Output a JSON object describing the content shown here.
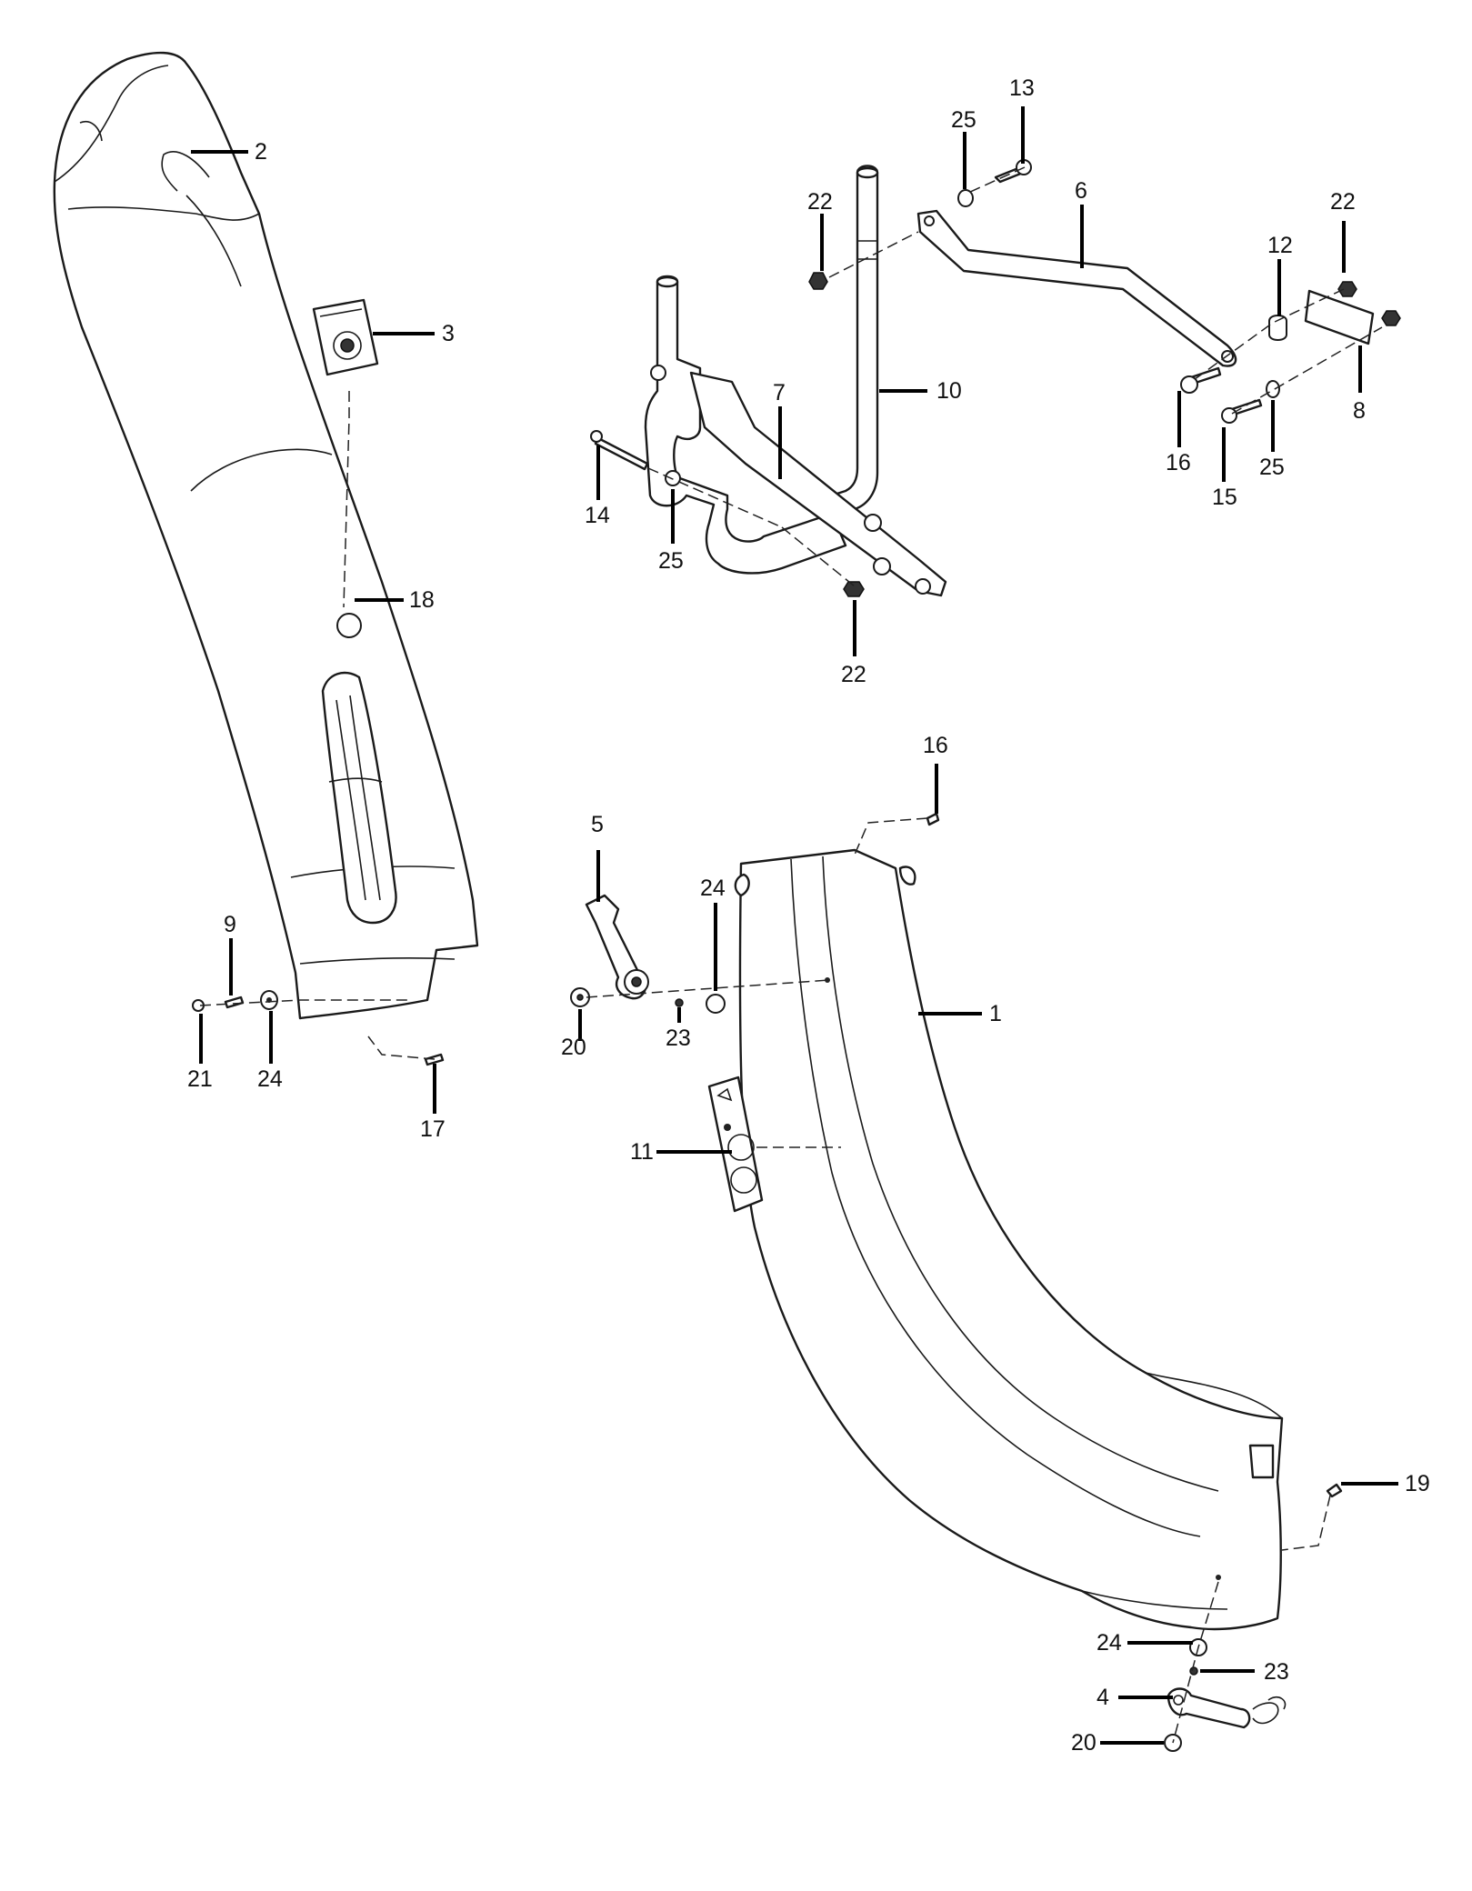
{
  "callouts": [
    {
      "id": "c1",
      "text": "1"
    },
    {
      "id": "c2",
      "text": "2"
    },
    {
      "id": "c3",
      "text": "3"
    },
    {
      "id": "c4",
      "text": "4"
    },
    {
      "id": "c5",
      "text": "5"
    },
    {
      "id": "c6",
      "text": "6"
    },
    {
      "id": "c7",
      "text": "7"
    },
    {
      "id": "c8",
      "text": "8"
    },
    {
      "id": "c9",
      "text": "9"
    },
    {
      "id": "c10",
      "text": "10"
    },
    {
      "id": "c11",
      "text": "11"
    },
    {
      "id": "c12",
      "text": "12"
    },
    {
      "id": "c13",
      "text": "13"
    },
    {
      "id": "c14",
      "text": "14"
    },
    {
      "id": "c15",
      "text": "15"
    },
    {
      "id": "c16a",
      "text": "16"
    },
    {
      "id": "c16b",
      "text": "16"
    },
    {
      "id": "c17",
      "text": "17"
    },
    {
      "id": "c18",
      "text": "18"
    },
    {
      "id": "c19",
      "text": "19"
    },
    {
      "id": "c20a",
      "text": "20"
    },
    {
      "id": "c20b",
      "text": "20"
    },
    {
      "id": "c21",
      "text": "21"
    },
    {
      "id": "c22a",
      "text": "22"
    },
    {
      "id": "c22b",
      "text": "22"
    },
    {
      "id": "c22c",
      "text": "22"
    },
    {
      "id": "c23a",
      "text": "23"
    },
    {
      "id": "c23b",
      "text": "23"
    },
    {
      "id": "c24a",
      "text": "24"
    },
    {
      "id": "c24b",
      "text": "24"
    },
    {
      "id": "c24c",
      "text": "24"
    },
    {
      "id": "c25a",
      "text": "25"
    },
    {
      "id": "c25b",
      "text": "25"
    },
    {
      "id": "c25c",
      "text": "25"
    }
  ]
}
